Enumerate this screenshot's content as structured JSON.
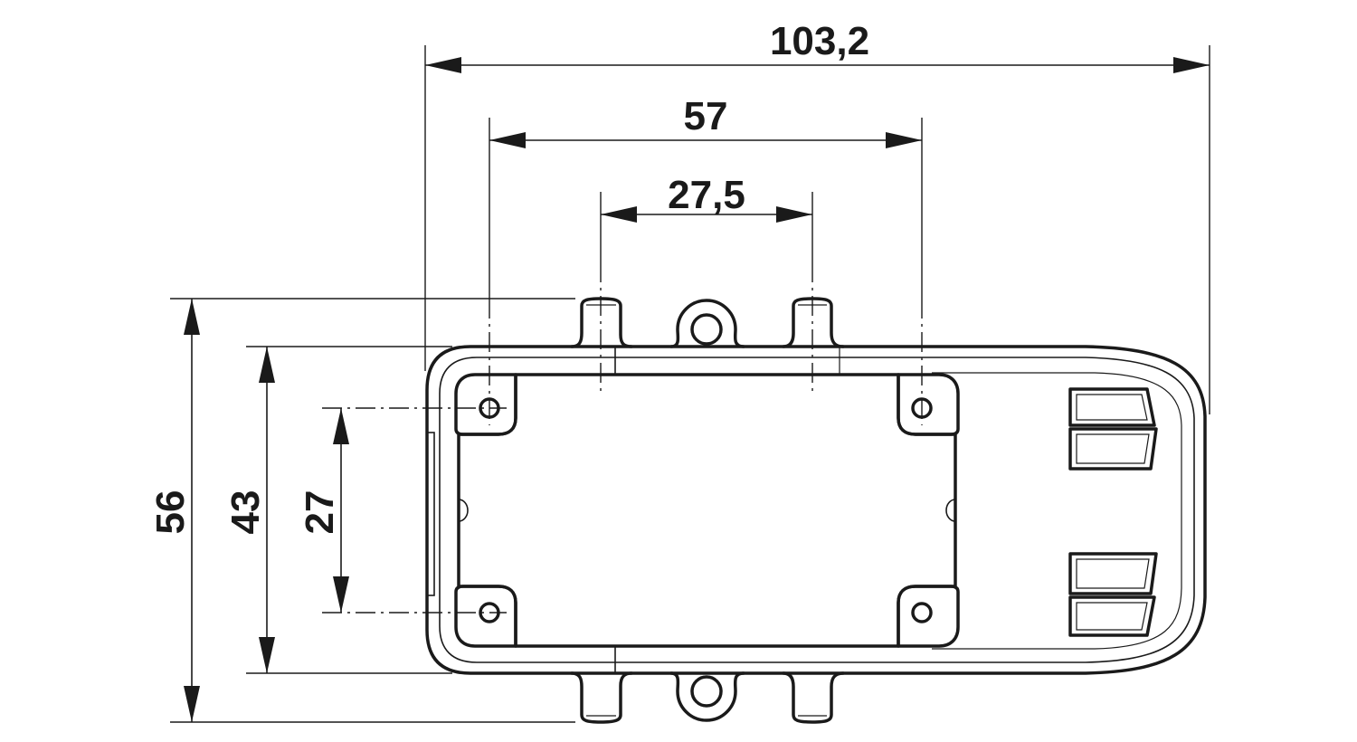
{
  "dimensions": {
    "overall_width": "103,2",
    "mount_spacing": "57",
    "tab_spacing": "27,5",
    "overall_height": "56",
    "body_height": "43",
    "hole_spacing": "27"
  },
  "colors": {
    "line": "#1a1a1a",
    "background": "#ffffff"
  }
}
